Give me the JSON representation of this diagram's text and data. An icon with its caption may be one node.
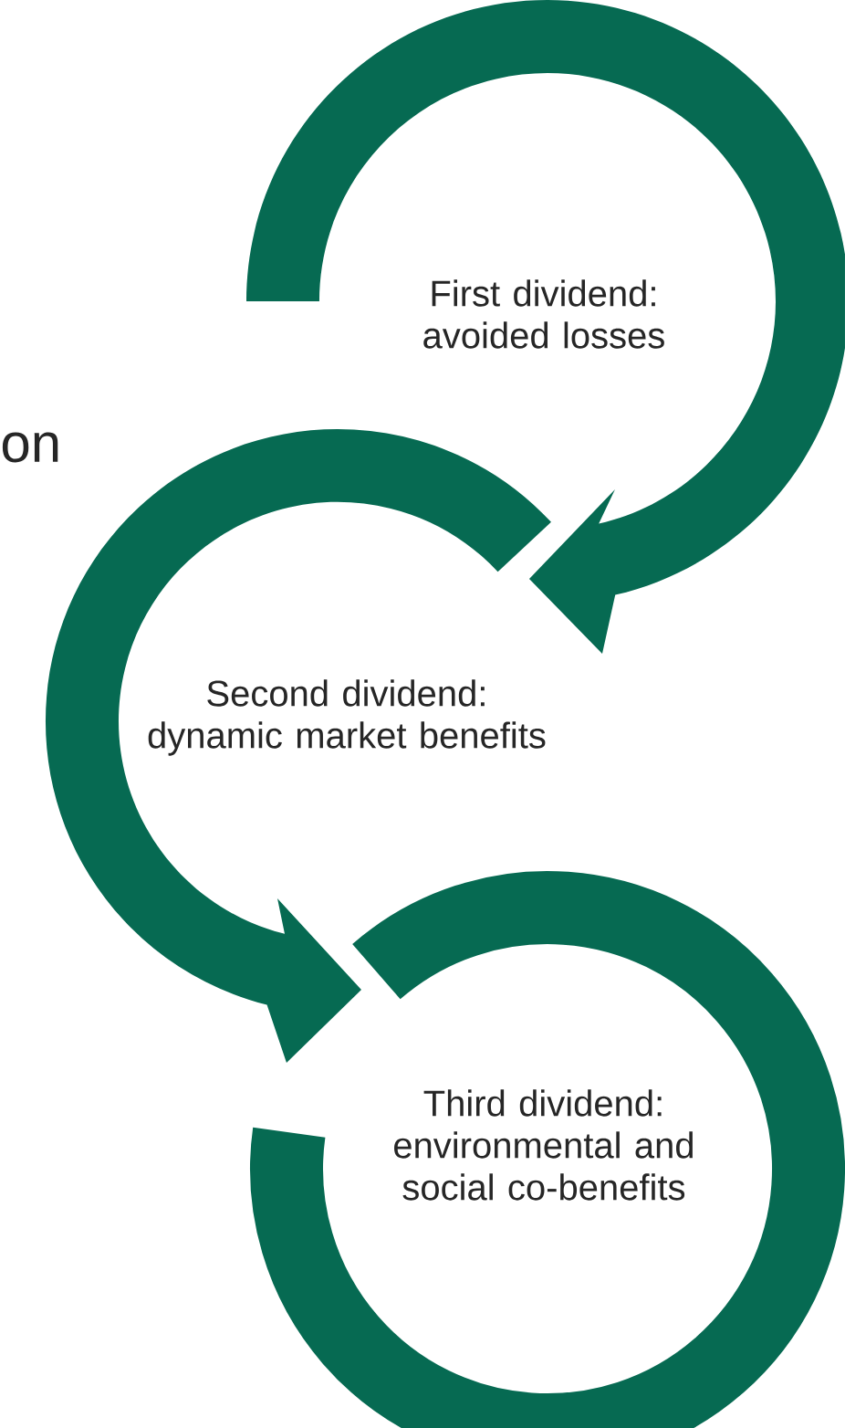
{
  "diagram": {
    "nodes": [
      {
        "text": [
          "First dividend: avoided losses"
        ]
      },
      {
        "text": [
          "Second dividend: dynamic market benefits"
        ]
      },
      {
        "text": [
          "Third dividend: environmental and social co-benefits"
        ]
      }
    ],
    "edges": [
      {
        "from": 0,
        "to": 1,
        "arrow": "to"
      },
      {
        "from": 1,
        "to": 2,
        "arrow": "to"
      }
    ],
    "labels": [
      "on"
    ]
  }
}
